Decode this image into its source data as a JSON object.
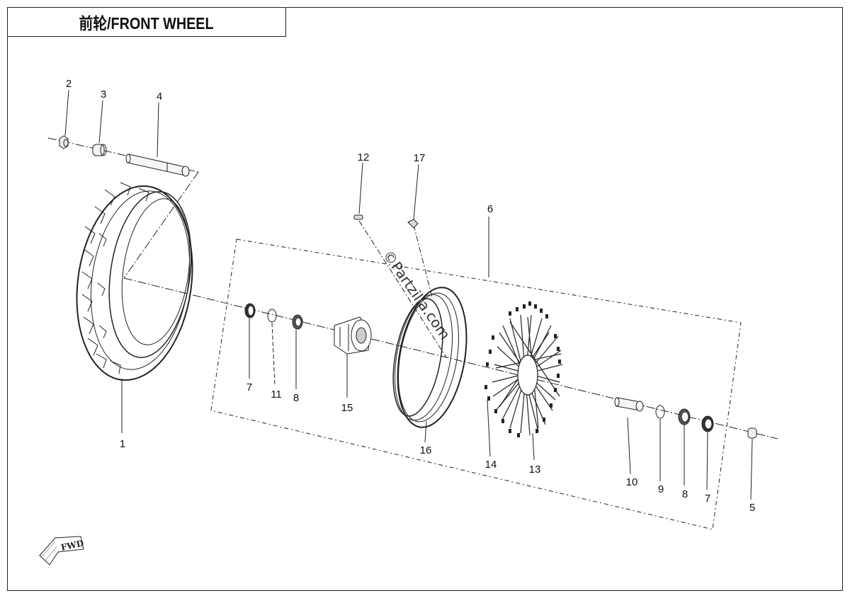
{
  "title": "前轮/FRONT WHEEL",
  "fwd_label": "FWD",
  "watermark": "©Partzilla.com",
  "callouts": [
    {
      "id": "1",
      "label": "1"
    },
    {
      "id": "2",
      "label": "2"
    },
    {
      "id": "3",
      "label": "3"
    },
    {
      "id": "4",
      "label": "4"
    },
    {
      "id": "5",
      "label": "5"
    },
    {
      "id": "6",
      "label": "6"
    },
    {
      "id": "7a",
      "label": "7"
    },
    {
      "id": "7b",
      "label": "7"
    },
    {
      "id": "8a",
      "label": "8"
    },
    {
      "id": "8b",
      "label": "8"
    },
    {
      "id": "9",
      "label": "9"
    },
    {
      "id": "10",
      "label": "10"
    },
    {
      "id": "11",
      "label": "11"
    },
    {
      "id": "12",
      "label": "12"
    },
    {
      "id": "13",
      "label": "13"
    },
    {
      "id": "14",
      "label": "14"
    },
    {
      "id": "15",
      "label": "15"
    },
    {
      "id": "16",
      "label": "16"
    },
    {
      "id": "17",
      "label": "17"
    }
  ]
}
